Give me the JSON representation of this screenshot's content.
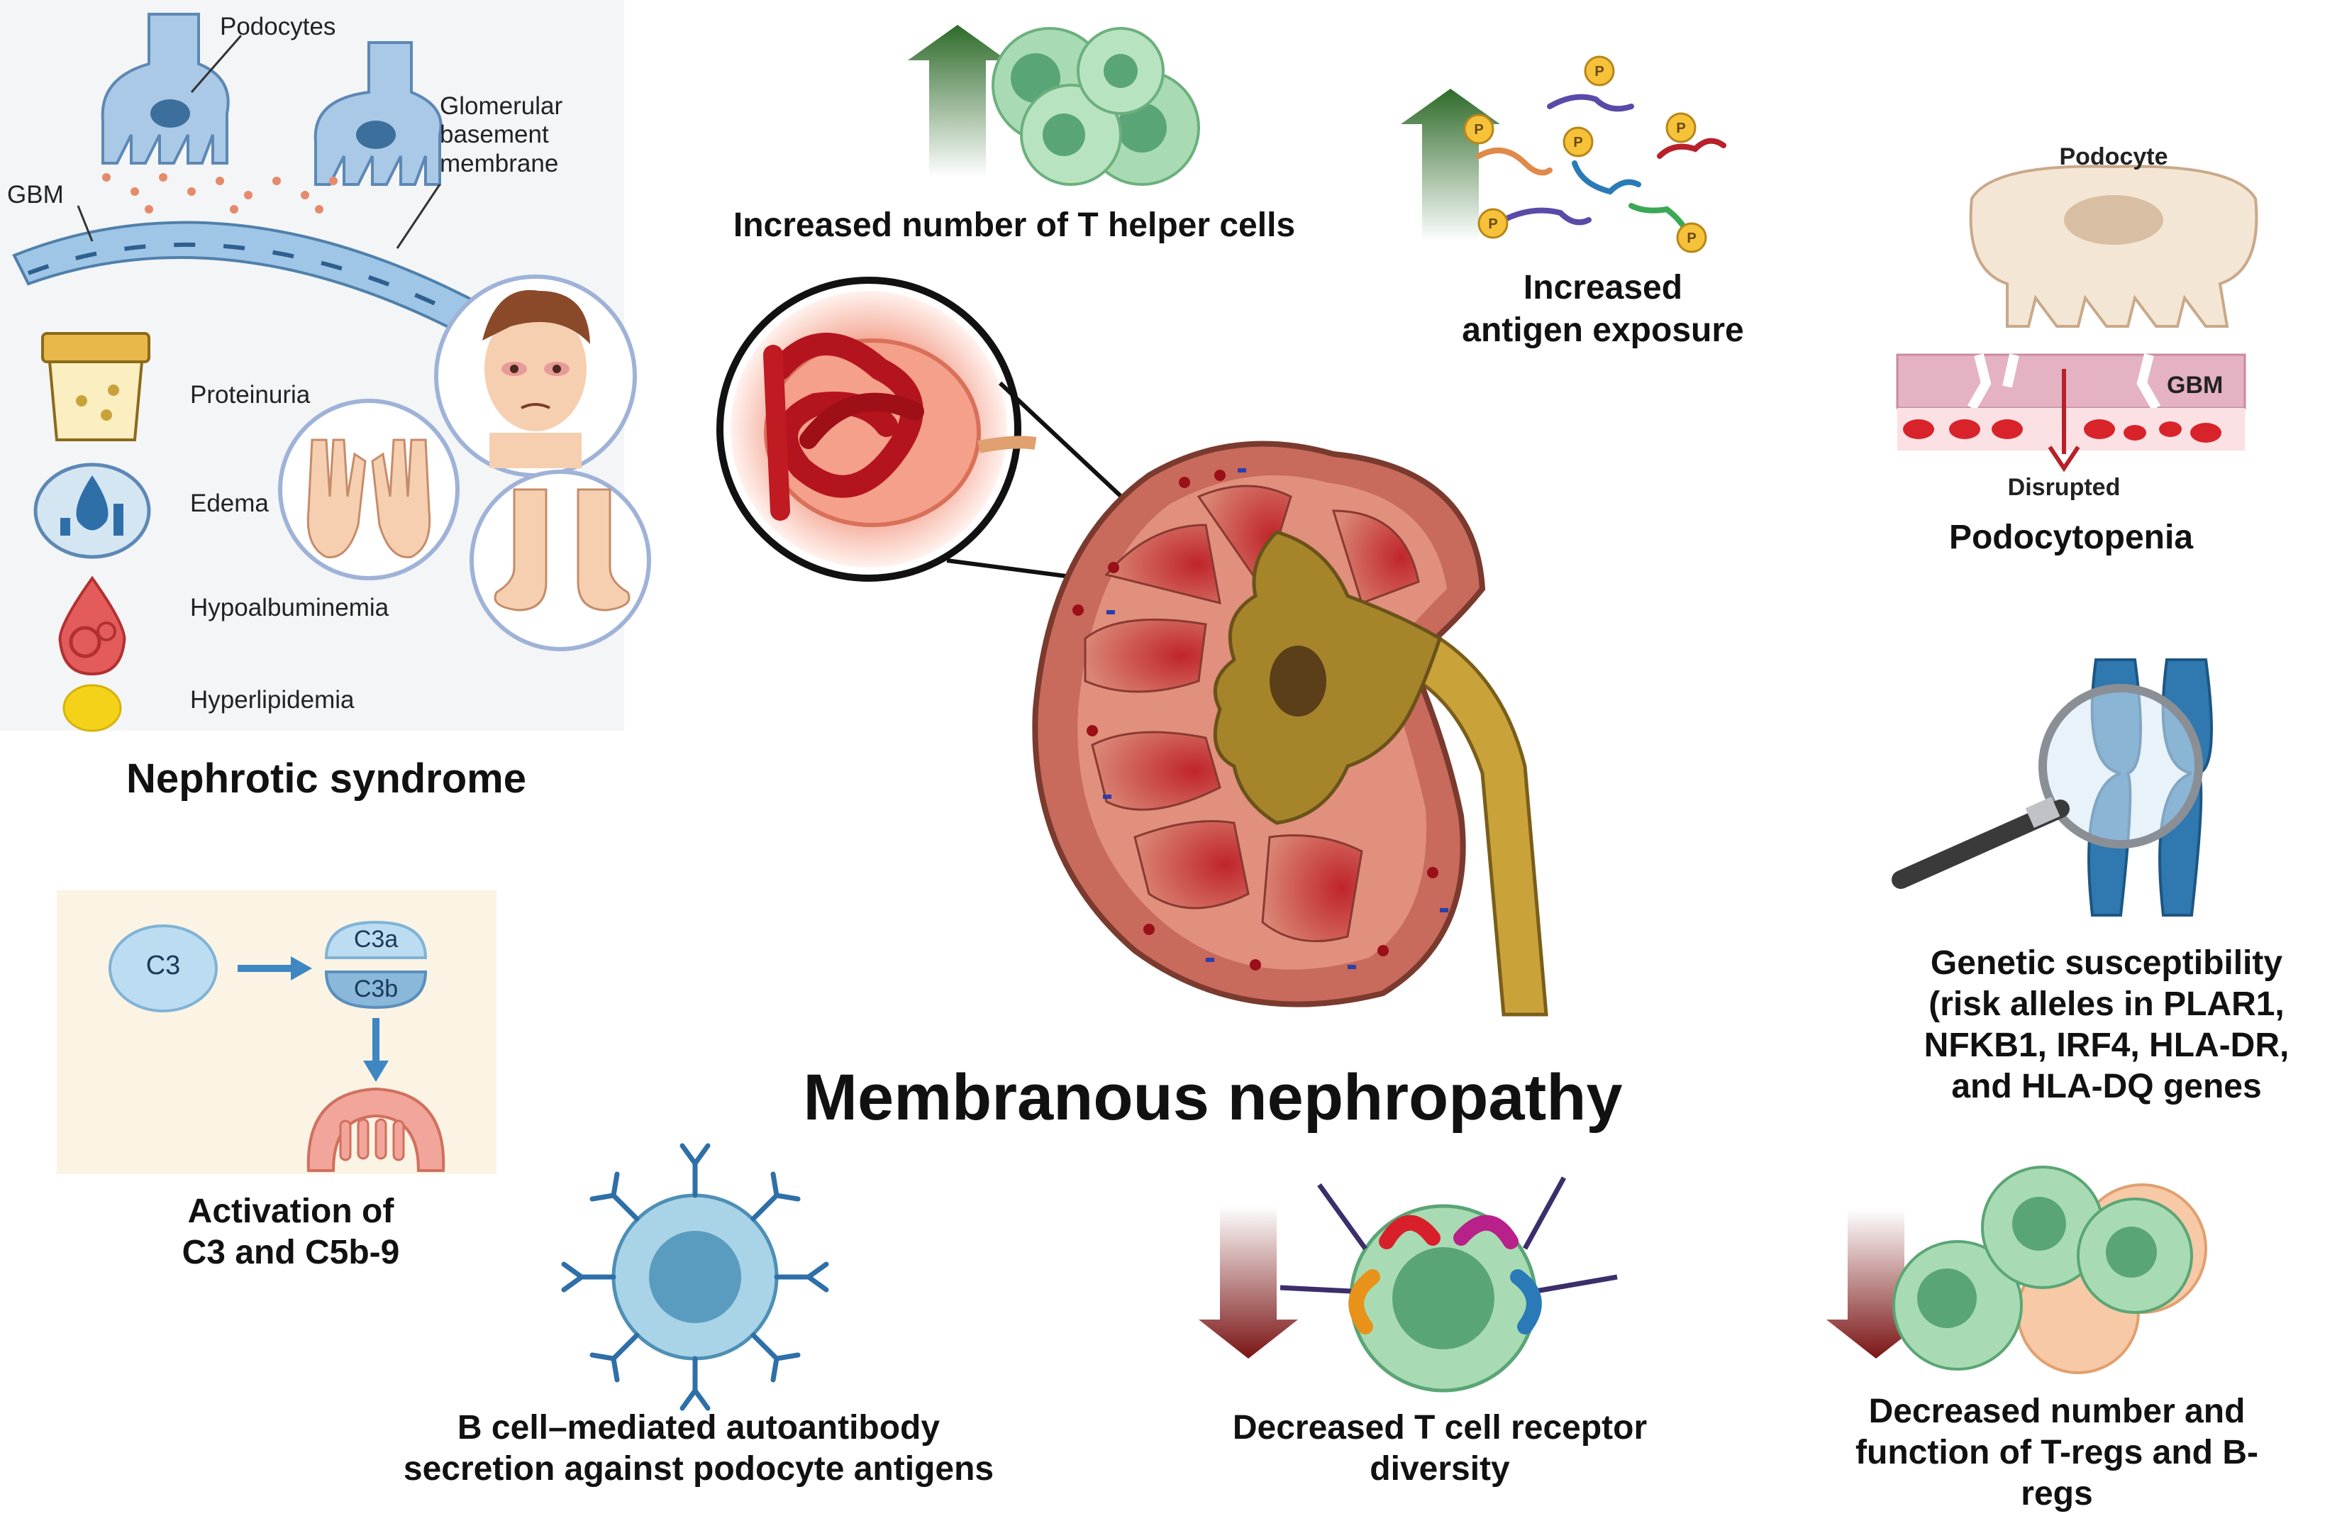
{
  "title": "Membranous nephropathy",
  "nephrotic": {
    "heading": "Nephrotic syndrome",
    "podocytes_label": "Podocytes",
    "gbm_label": "GBM",
    "glomerular_membrane_label": "Glomerular basement membrane",
    "symptoms": [
      "Proteinuria",
      "Edema",
      "Hypoalbuminemia",
      "Hyperlipidemia"
    ]
  },
  "t_helper": {
    "label": "Increased number of T helper cells",
    "trend": "up"
  },
  "antigen": {
    "line1": "Increased",
    "line2": "antigen exposure",
    "phospho_label": "P",
    "trend": "up"
  },
  "podocytopenia": {
    "podocyte_label": "Podocyte",
    "gbm_label": "GBM",
    "disrupted_label": "Disrupted",
    "heading": "Podocytopenia"
  },
  "genetic": {
    "line1": "Genetic susceptibility",
    "line2": "(risk alleles in PLAR1,",
    "line3": "NFKB1, IRF4, HLA-DR,",
    "line4": "and HLA-DQ genes"
  },
  "complement": {
    "c3": "C3",
    "c3a": "C3a",
    "c3b": "C3b",
    "line1": "Activation of",
    "line2": "C3 and C5b-9"
  },
  "bcell": {
    "line1": "B cell–mediated autoantibody",
    "line2": "secretion against podocyte antigens"
  },
  "tcr": {
    "line1": "Decreased T cell receptor",
    "line2": "diversity",
    "trend": "down"
  },
  "tregs": {
    "line1": "Decreased number and",
    "line2": "function of T-regs and B-",
    "line3": "regs",
    "trend": "down"
  },
  "colors": {
    "up_arrow": "#2e6b2a",
    "down_arrow": "#7a1414",
    "cell_green": "#9fd4a8",
    "kidney_cortex": "#c9695a",
    "pelvis": "#b08a2a"
  }
}
